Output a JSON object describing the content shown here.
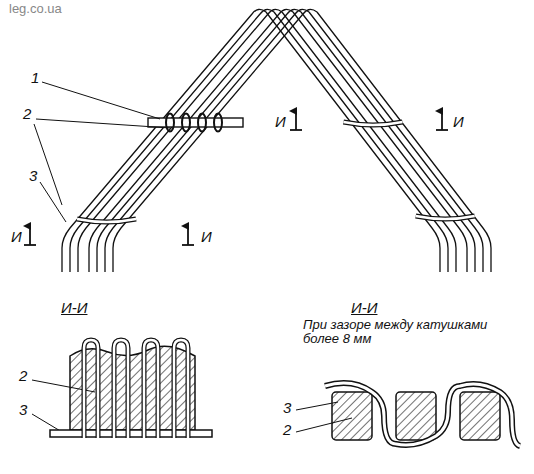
{
  "diagram": {
    "labels": [
      "leg.co.ua",
      "1",
      "2",
      "3",
      "И",
      "И",
      "И",
      "И",
      "И-И",
      "И-И",
      "При зазоре между катушками более 8 мм",
      "2",
      "3",
      "3",
      "2"
    ]
  }
}
